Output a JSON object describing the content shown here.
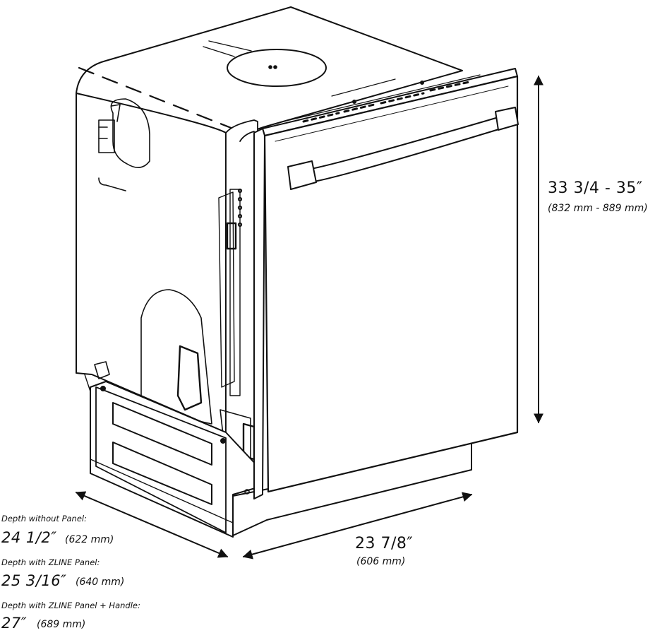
{
  "dimensions": {
    "height": {
      "value": "33 3/4 - 35″",
      "metric": "(832 mm - 889 mm)"
    },
    "width": {
      "value": "23 7/8″",
      "metric": "(606 mm)"
    },
    "depths": [
      {
        "caption": "Depth without Panel:",
        "value": "24 1/2″",
        "metric": "(622 mm)"
      },
      {
        "caption": "Depth with ZLINE Panel:",
        "value": "25 3/16″",
        "metric": "(640 mm)"
      },
      {
        "caption": "Depth with ZLINE Panel + Handle:",
        "value": "27″",
        "metric": "(689 mm)"
      }
    ]
  },
  "colors": {
    "line": "#111111",
    "background": "#ffffff"
  }
}
